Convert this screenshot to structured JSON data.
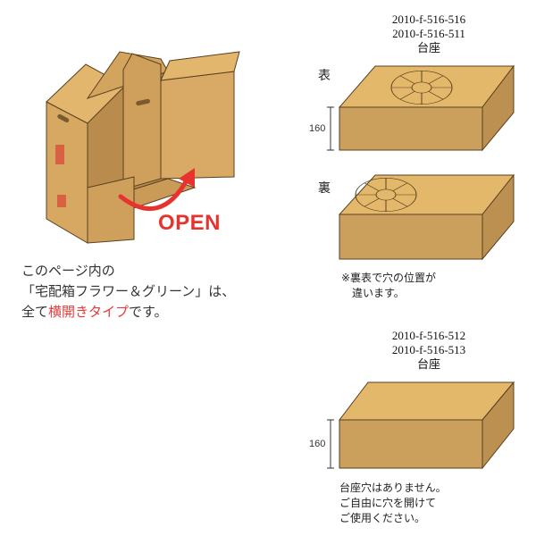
{
  "colors": {
    "box_top": "#e3b86a",
    "box_front": "#caa05c",
    "box_side": "#bb9050",
    "outline": "#5a4020",
    "accent_red": "#e7332d"
  },
  "illustration": {
    "open_label": "OPEN"
  },
  "description": {
    "line1": "このページ内の",
    "line2": "「宅配箱フラワー＆グリーン」は、",
    "line3_pre": "全て",
    "line3_highlight": "横開きタイプ",
    "line3_post": "です。"
  },
  "top_base": {
    "code1": "2010-f-516-516",
    "code2": "2010-f-516-511",
    "caption": "台座",
    "front_label": "表",
    "back_label": "裏",
    "height_label": "160",
    "note_line1": "※裏表で穴の位置が",
    "note_line2": "違います。"
  },
  "bottom_base": {
    "code1": "2010-f-516-512",
    "code2": "2010-f-516-513",
    "caption": "台座",
    "height_label": "160",
    "note_line1": "台座穴はありません。",
    "note_line2": "ご自由に穴を開けて",
    "note_line3": "ご使用ください。"
  }
}
